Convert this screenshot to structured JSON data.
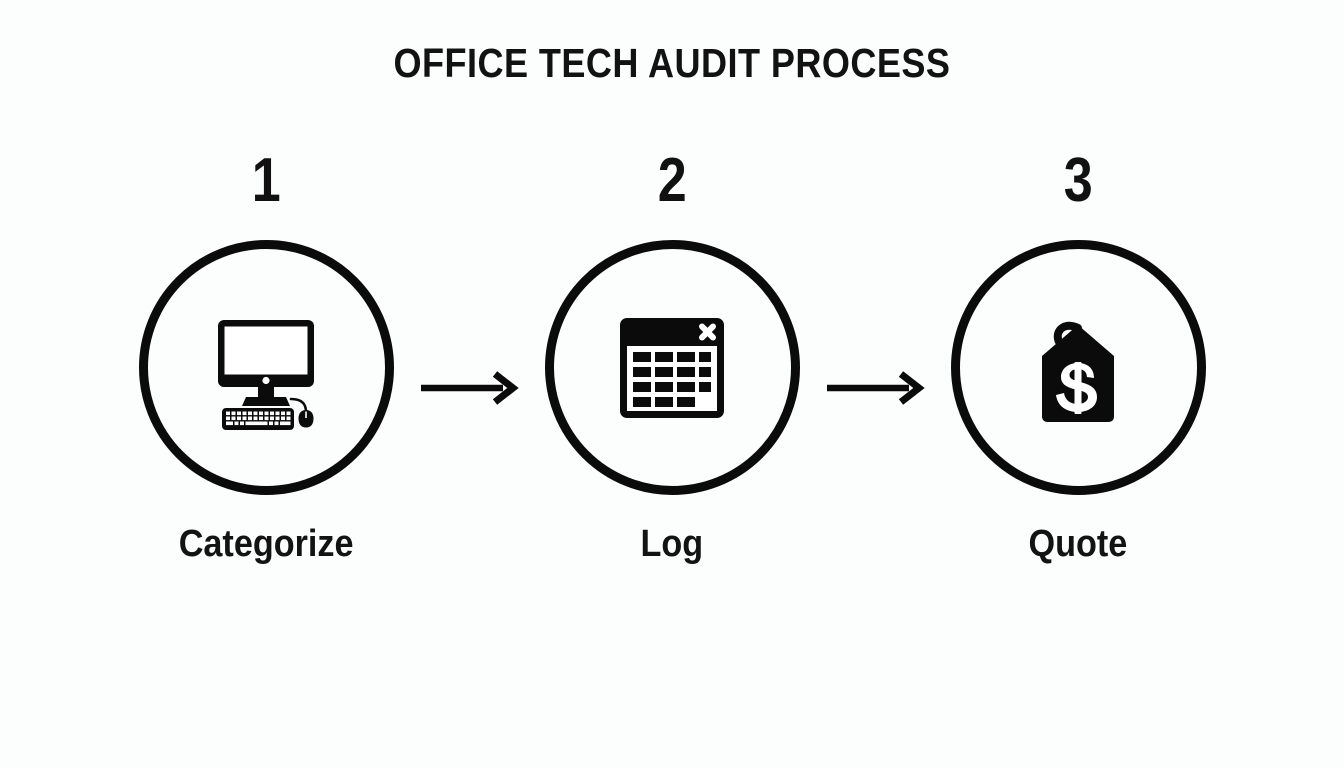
{
  "header": {
    "title": "OFFICE TECH AUDIT PROCESS"
  },
  "theme": {
    "background": "#fcfdfd",
    "ink": "#0b0b0b",
    "title_color": "#121212",
    "label_color": "#131313"
  },
  "steps": [
    {
      "number": "1",
      "label": "Categorize",
      "icon": "desktop-computer-icon"
    },
    {
      "number": "2",
      "label": "Log",
      "icon": "calendar-icon"
    },
    {
      "number": "3",
      "label": "Quote",
      "icon": "price-tag-dollar-icon"
    }
  ],
  "connectors": [
    {
      "icon": "arrow-right-icon"
    },
    {
      "icon": "arrow-right-icon"
    }
  ]
}
